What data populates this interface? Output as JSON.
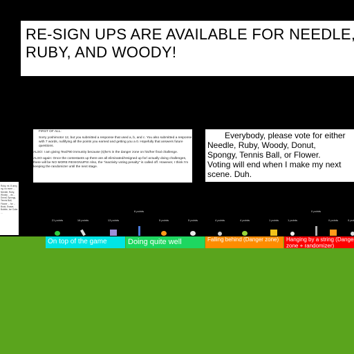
{
  "banner": {
    "line1": "RE-SIGN UPS ARE AVAILABLE FOR NEEDLE,",
    "line2": "RUBY, AND WOODY!"
  },
  "notes": {
    "heading": "FIRST OF ALL:",
    "para1": "Sorry yoshimotor 12, but you submitted a response that used a, b, and c. You also submitted a response with 7 words, nullifying all the points you earned and getting you a 0. Hopefully that answers future questions.",
    "para2": "ALSO: I am giving Teal790 immunity because (s)he's in the danger zone on his/her final challenge.",
    "para3": "ALSO again: Once the contestants up there are all eliminated/resigned up for/ actually doing challenges, there will be NO MORE RESIGNUPS! Also, the \"inactivity voting penalty\" is called off. However, I think I'm keeping the randomizer until the next stage."
  },
  "vote": {
    "line1": "Everybody, please vote for either",
    "line2": "Needle, Ruby, Woody, Donut,",
    "line3": "Spongy, Tennis Ball, or Flower.",
    "line4": "Voting will end when I make my next",
    "line5": "scene. Duh."
  },
  "sidenote": {
    "text": "Ruby, ml. 8 unny, ng. no more ... Needle, Ruby, Woody ... ds ... Donut, Spongy, Tennis Ball, Flower ... for ... Book, Eraser, Bubble, Ice Cube ..."
  },
  "contestants": [
    {
      "score": "21 points",
      "color": "#2ecc40",
      "shape": "blob"
    },
    {
      "score": "16 points",
      "color": "#dddddd",
      "shape": "pencil"
    },
    {
      "score": "13 points",
      "color": "#9b8fd9",
      "shape": "box"
    },
    {
      "score": "6 points",
      "color": "#4a7bd8",
      "shape": "stick"
    },
    {
      "score": "5 points",
      "color": "#ff9a1a",
      "shape": "ball"
    },
    {
      "score": "5 points",
      "color": "#e8e8e8",
      "shape": "ball"
    },
    {
      "score": "4 points",
      "color": "#cccccc",
      "shape": "dot"
    },
    {
      "score": "4 points",
      "color": "#9ad43a",
      "shape": "ball"
    },
    {
      "score": "1 points",
      "color": "#f2c21a",
      "shape": "box"
    },
    {
      "score": "1 points",
      "color": "#f0f0f0",
      "shape": "dot"
    },
    {
      "score": "0 points",
      "color": "#b0b0b0",
      "shape": "stick"
    },
    {
      "score": "0 points",
      "color": "#ff9a1a",
      "shape": "box"
    },
    {
      "score": "0 points",
      "color": "#dddddd",
      "shape": "dot"
    }
  ],
  "zones": {
    "top": "On top of the game",
    "well": "Doing quite well",
    "behind": "Falling behind (Danger zone)",
    "string": "Hanging by a string (Danger zone + randomizer)"
  },
  "colors": {
    "ground": "#5aa41d",
    "zone_top": "#00e5e5",
    "zone_well": "#1ed760",
    "zone_behind": "#ff8c00",
    "zone_string": "#ff0000"
  }
}
